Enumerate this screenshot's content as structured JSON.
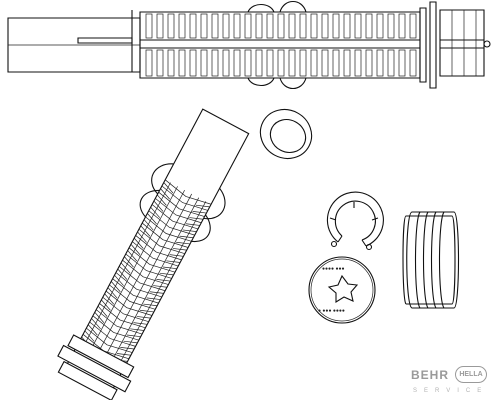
{
  "brand": {
    "behr": "BEHR",
    "hella": "HELLA",
    "service": "SERVICE"
  },
  "colors": {
    "line": "#111111",
    "logo": "#9a9a9a"
  },
  "icons": [
    "dryer-cartridge-side-view",
    "dryer-cartridge-perspective",
    "circlip-ring",
    "filter-cap-disc",
    "sealing-o-rings"
  ]
}
